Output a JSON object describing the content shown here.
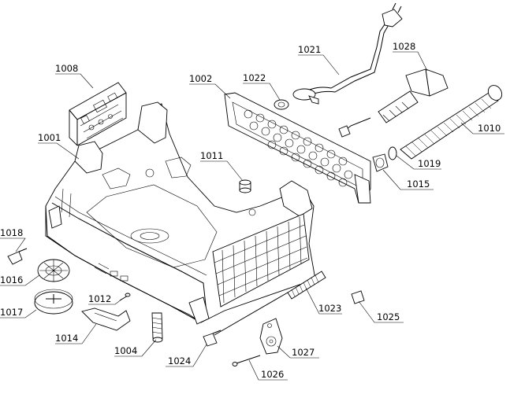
{
  "callouts": {
    "p1001": "1001",
    "p1002": "1002",
    "p1004": "1004",
    "p1008": "1008",
    "p1010": "1010",
    "p1011": "1011",
    "p1012": "1012",
    "p1014": "1014",
    "p1015": "1015",
    "p1016": "1016",
    "p1017": "1017",
    "p1018": "1018",
    "p1019": "1019",
    "p1021": "1021",
    "p1022": "1022",
    "p1023": "1023",
    "p1024": "1024",
    "p1025": "1025",
    "p1026": "1026",
    "p1027": "1027",
    "p1028": "1028"
  }
}
